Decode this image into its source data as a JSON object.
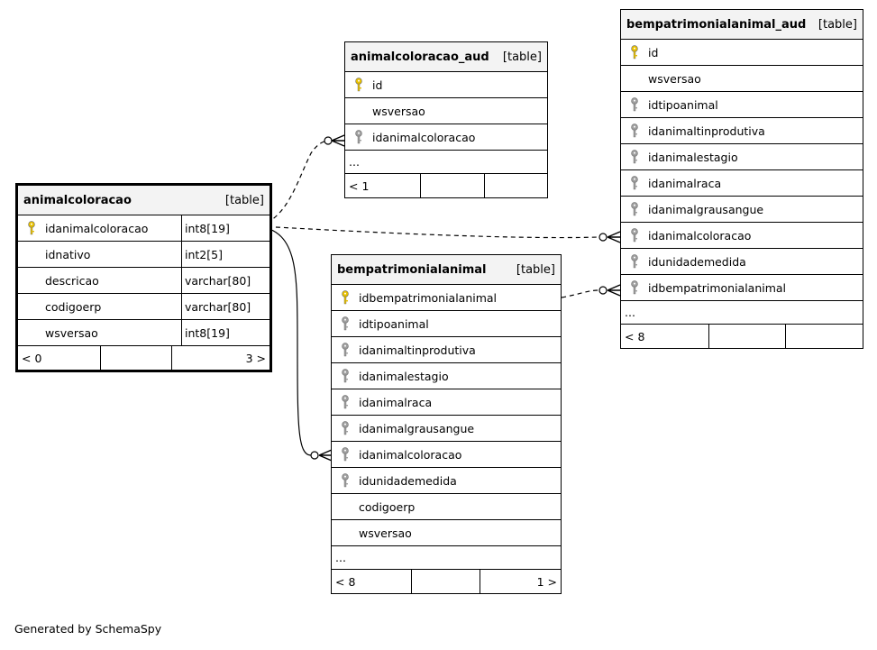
{
  "tables": {
    "animalcoloracao": {
      "name": "animalcoloracao",
      "kind": "[table]",
      "columns": [
        {
          "name": "idanimalcoloracao",
          "type": "int8[19]",
          "key": "primary"
        },
        {
          "name": "idnativo",
          "type": "int2[5]",
          "key": "none"
        },
        {
          "name": "descricao",
          "type": "varchar[80]",
          "key": "none"
        },
        {
          "name": "codigoerp",
          "type": "varchar[80]",
          "key": "none"
        },
        {
          "name": "wsversao",
          "type": "int8[19]",
          "key": "none"
        }
      ],
      "footer": [
        "< 0",
        "",
        "3 >"
      ]
    },
    "animalcoloracao_aud": {
      "name": "animalcoloracao_aud",
      "kind": "[table]",
      "columns": [
        {
          "name": "id",
          "key": "primary"
        },
        {
          "name": "wsversao",
          "key": "none"
        },
        {
          "name": "idanimalcoloracao",
          "key": "foreign"
        }
      ],
      "more": "...",
      "footer": [
        "< 1",
        "",
        ""
      ]
    },
    "bempatrimonialanimal": {
      "name": "bempatrimonialanimal",
      "kind": "[table]",
      "columns": [
        {
          "name": "idbempatrimonialanimal",
          "key": "primary"
        },
        {
          "name": "idtipoanimal",
          "key": "foreign"
        },
        {
          "name": "idanimaltinprodutiva",
          "key": "foreign"
        },
        {
          "name": "idanimalestagio",
          "key": "foreign"
        },
        {
          "name": "idanimalraca",
          "key": "foreign"
        },
        {
          "name": "idanimalgrausangue",
          "key": "foreign"
        },
        {
          "name": "idanimalcoloracao",
          "key": "foreign"
        },
        {
          "name": "idunidademedida",
          "key": "foreign"
        },
        {
          "name": "codigoerp",
          "key": "none"
        },
        {
          "name": "wsversao",
          "key": "none"
        }
      ],
      "more": "...",
      "footer": [
        "< 8",
        "",
        "1 >"
      ]
    },
    "bempatrimonialanimal_aud": {
      "name": "bempatrimonialanimal_aud",
      "kind": "[table]",
      "columns": [
        {
          "name": "id",
          "key": "primary"
        },
        {
          "name": "wsversao",
          "key": "none"
        },
        {
          "name": "idtipoanimal",
          "key": "foreign"
        },
        {
          "name": "idanimaltinprodutiva",
          "key": "foreign"
        },
        {
          "name": "idanimalestagio",
          "key": "foreign"
        },
        {
          "name": "idanimalraca",
          "key": "foreign"
        },
        {
          "name": "idanimalgrausangue",
          "key": "foreign"
        },
        {
          "name": "idanimalcoloracao",
          "key": "foreign"
        },
        {
          "name": "idunidademedida",
          "key": "foreign"
        },
        {
          "name": "idbempatrimonialanimal",
          "key": "foreign"
        }
      ],
      "more": "...",
      "footer": [
        "< 8",
        "",
        ""
      ]
    }
  },
  "colors": {
    "primary_key": "#e8c000",
    "foreign_key": "#a0a0a0",
    "header_bg": "#f3f3f3"
  },
  "generated_by": "Generated by SchemaSpy"
}
